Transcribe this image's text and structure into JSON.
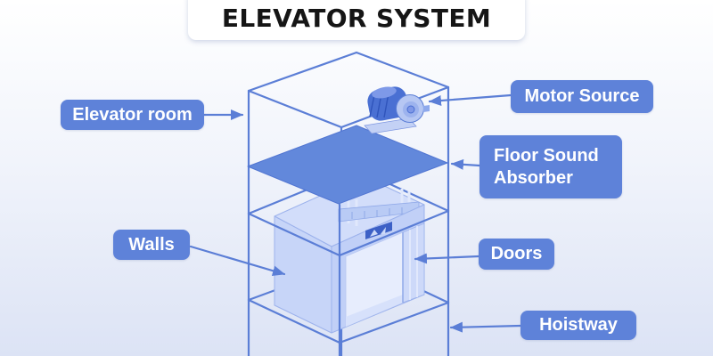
{
  "title": "ELEVATOR SYSTEM",
  "labels": {
    "elevator_room": "Elevator room",
    "motor_source": "Motor Source",
    "floor_sound_absorber": "Floor Sound Absorber",
    "walls": "Walls",
    "doors": "Doors",
    "hoistway": "Hoistway"
  },
  "colors": {
    "label_accent_blue": "#5e82d9",
    "wireframe_blue": "#5b7ed6",
    "absorber_plate_blue": "#6288db",
    "cab_light_blue": "#c6d4f8",
    "indicator_navy": "#3c60c6",
    "title_text": "#151515",
    "label_text": "#ffffff",
    "background_bottom": "#dce3f5"
  },
  "diagram": {
    "parts": [
      "elevator-shaft-wireframe",
      "motor-illustration",
      "floor-sound-absorber-plate",
      "elevator-cab",
      "cab-doors",
      "floor-indicator-panel"
    ]
  }
}
